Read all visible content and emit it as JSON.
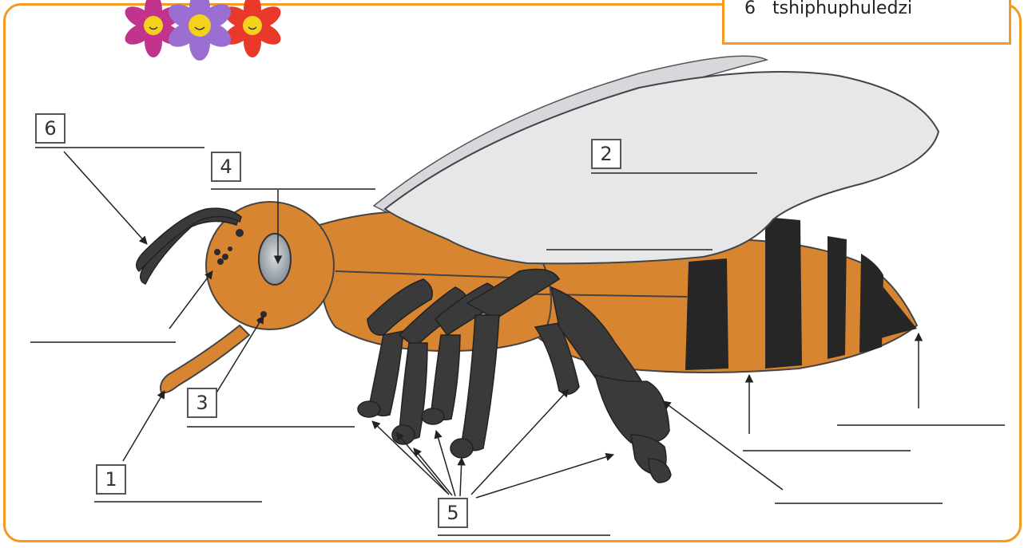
{
  "diagram": {
    "subject": "bee",
    "labels": [
      "1",
      "2",
      "3",
      "4",
      "5",
      "6"
    ],
    "key_item": {
      "number": "6",
      "word": "tshiphuphuledzi"
    }
  },
  "colors": {
    "frame": "#f39a1f",
    "body": "#d88532",
    "stripes": "#262626",
    "legs": "#3a3a3a",
    "wing": "#e6e7e9"
  },
  "decor_icons": [
    "flower-icon",
    "flower-icon",
    "flower-icon"
  ]
}
